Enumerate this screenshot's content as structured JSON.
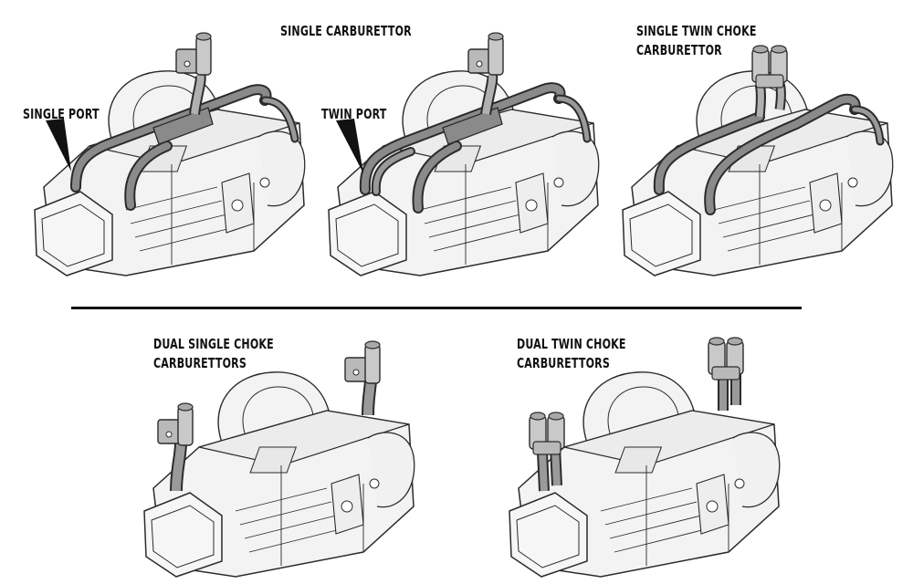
{
  "labels": {
    "single_carb": "SINGLE CARBURETTOR",
    "single_port": "SINGLE PORT",
    "twin_port": "TWIN PORT",
    "single_twin_choke_line1": "SINGLE TWIN CHOKE",
    "single_twin_choke_line2": "CARBURETTOR",
    "dual_single_line1": "DUAL SINGLE CHOKE",
    "dual_single_line2": "CARBURETTORS",
    "dual_twin_line1": "DUAL TWIN CHOKE",
    "dual_twin_line2": "CARBURETTORS"
  },
  "colors": {
    "line": "#2b2b2b",
    "engine_fill": "#f3f3f3",
    "manifold_fill": "#8a8a8a",
    "carb_fill": "#b9b9b9",
    "divider": "#111111"
  },
  "icons": [
    "engine-drawing",
    "carburettor",
    "intake-manifold",
    "pointer-arrow"
  ]
}
